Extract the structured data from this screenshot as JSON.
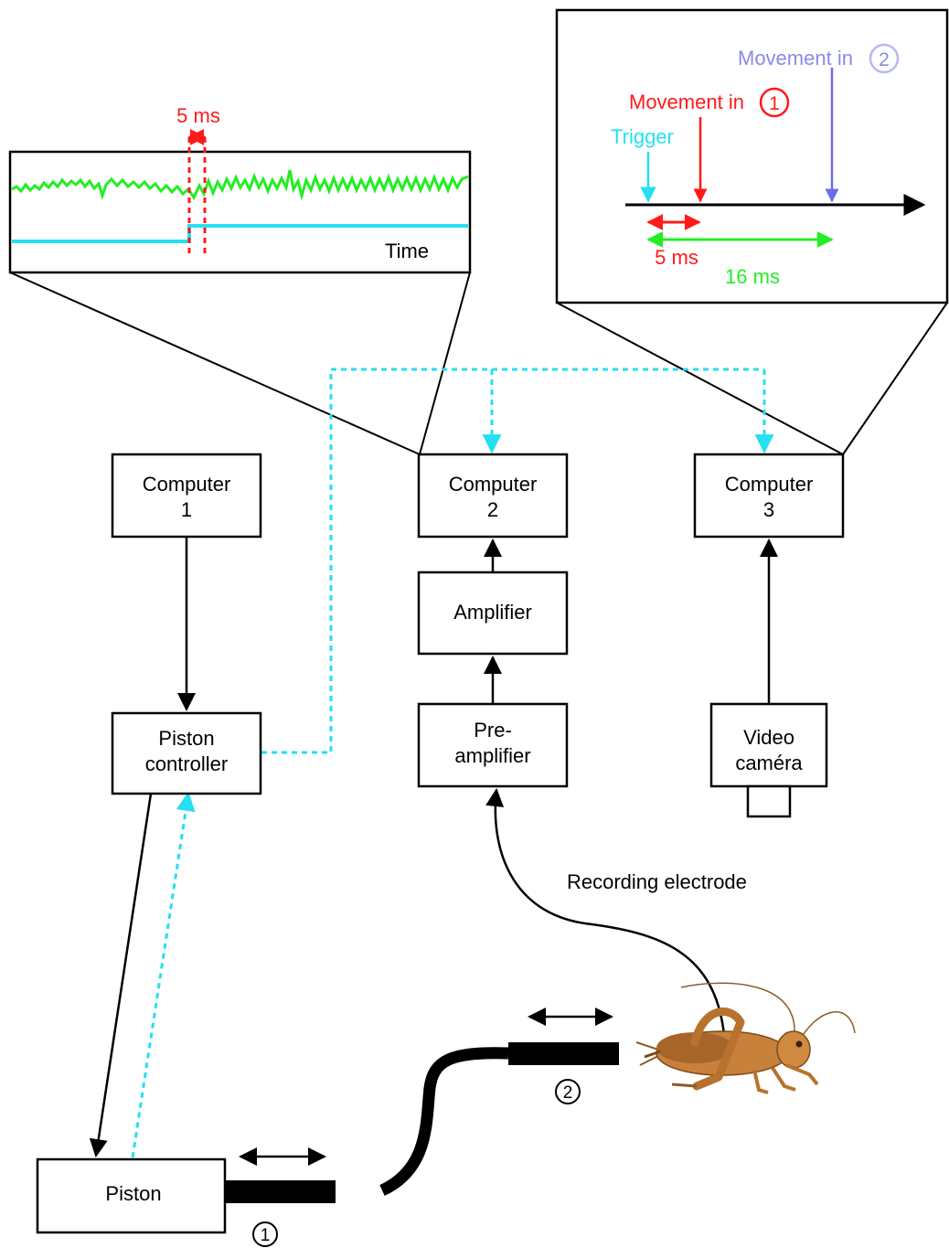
{
  "colors": {
    "trigger": "#26dff2",
    "movement1": "#ff1a1a",
    "movement2": "#6c6cf0",
    "movement2_label": "#8a8ae8",
    "green": "#22ee22",
    "black": "#000000"
  },
  "blocks": {
    "computer1": {
      "line1": "Computer",
      "line2": "1"
    },
    "computer2": {
      "line1": "Computer",
      "line2": "2"
    },
    "computer3": {
      "line1": "Computer",
      "line2": "3"
    },
    "amplifier": {
      "label": "Amplifier"
    },
    "preamplifier": {
      "line1": "Pre-",
      "line2": "amplifier"
    },
    "piston_controller": {
      "line1": "Piston",
      "line2": "controller"
    },
    "video_camera": {
      "line1": "Video",
      "line2": "caméra"
    },
    "piston": {
      "label": "Piston"
    }
  },
  "left_inset": {
    "delay_label": "5 ms",
    "time_label": "Time"
  },
  "right_inset": {
    "movement2_label": "Movement in",
    "movement2_number": "2",
    "movement1_label": "Movement in",
    "movement1_number": "1",
    "trigger_label": "Trigger",
    "delay1_label": "5 ms",
    "delay2_label": "16 ms"
  },
  "labels": {
    "recording_electrode": "Recording electrode",
    "stimulus1_number": "1",
    "stimulus2_number": "2"
  },
  "icons": {
    "cricket": "cricket-insect-icon"
  }
}
